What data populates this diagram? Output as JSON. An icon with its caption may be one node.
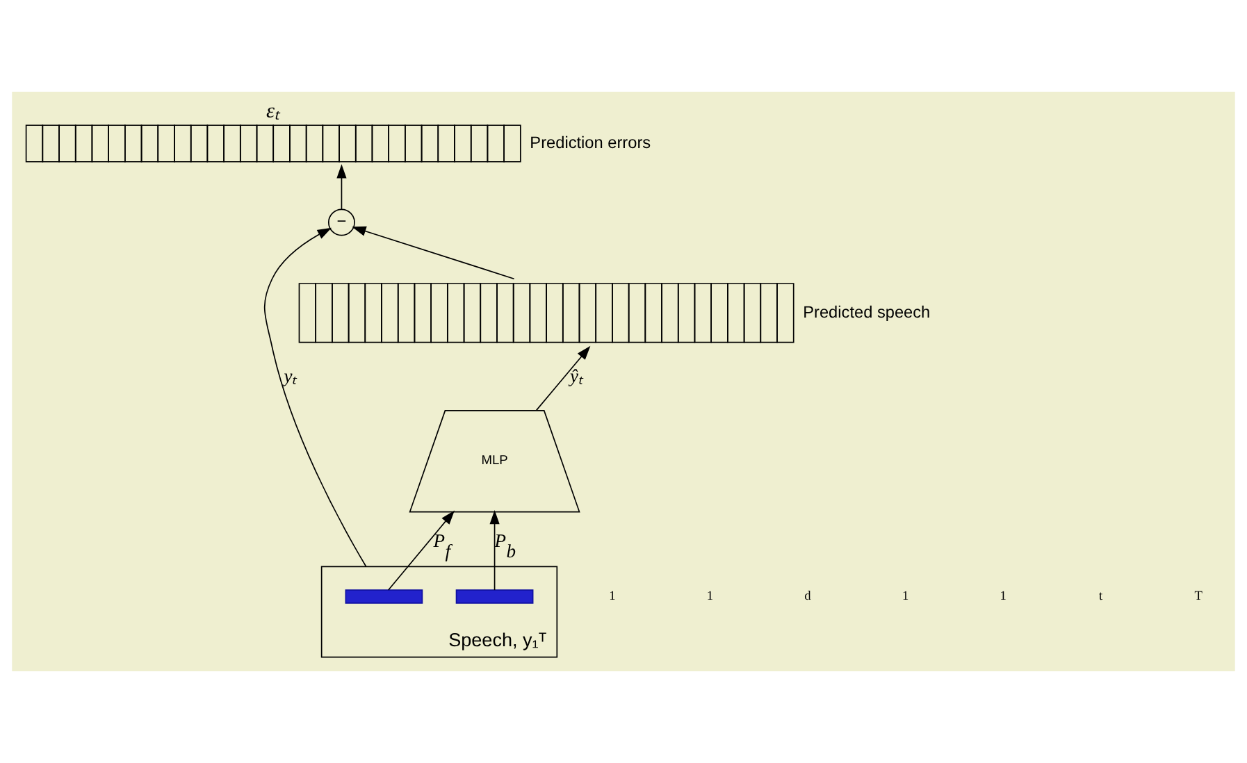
{
  "diagram": {
    "nodes": [
      {
        "text": [
          "Prediction errors"
        ],
        "beside": [
          "εₜ"
        ]
      },
      {
        "text": [
          "−"
        ]
      },
      {
        "text": [
          "Predicted speech"
        ]
      },
      {
        "text": [
          "MLP"
        ]
      },
      {
        "text": [
          "Speech, y₁ᵀ"
        ]
      },
      {
        "text": [],
        "shape": "bar",
        "in": 4
      },
      {
        "text": [],
        "shape": "bar",
        "in": 4
      }
    ],
    "edges": [
      {
        "from": 5,
        "to": 3,
        "arrow": "to",
        "label": "P$_{f}$"
      },
      {
        "from": 6,
        "to": 3,
        "arrow": "to",
        "label": "P$_{b}$"
      },
      {
        "from": 3,
        "to": 2,
        "arrow": "to",
        "label": "ŷₜ"
      },
      {
        "from": 2,
        "to": 1,
        "arrow": "to"
      },
      {
        "from": 1,
        "to": 0,
        "arrow": "to"
      },
      {
        "from": 4,
        "to": 1,
        "arrow": "to",
        "label": "yₜ"
      }
    ],
    "labels": [
      "1",
      "1",
      "d",
      "1",
      "1",
      "t",
      "T"
    ]
  }
}
